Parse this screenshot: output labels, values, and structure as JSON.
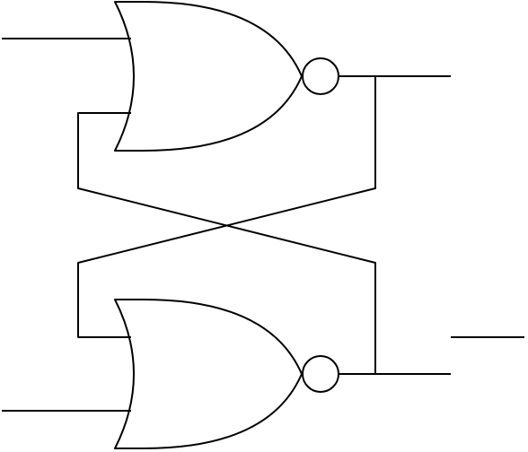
{
  "diagram": {
    "kind": "sr-latch",
    "gate_type": "nor",
    "gates": [
      {
        "id": "upper-nor-gate"
      },
      {
        "id": "lower-nor-gate"
      }
    ]
  },
  "colors": {
    "stroke": "#000000",
    "background": "#ffffff",
    "bubble_fill": "#ffffff"
  }
}
